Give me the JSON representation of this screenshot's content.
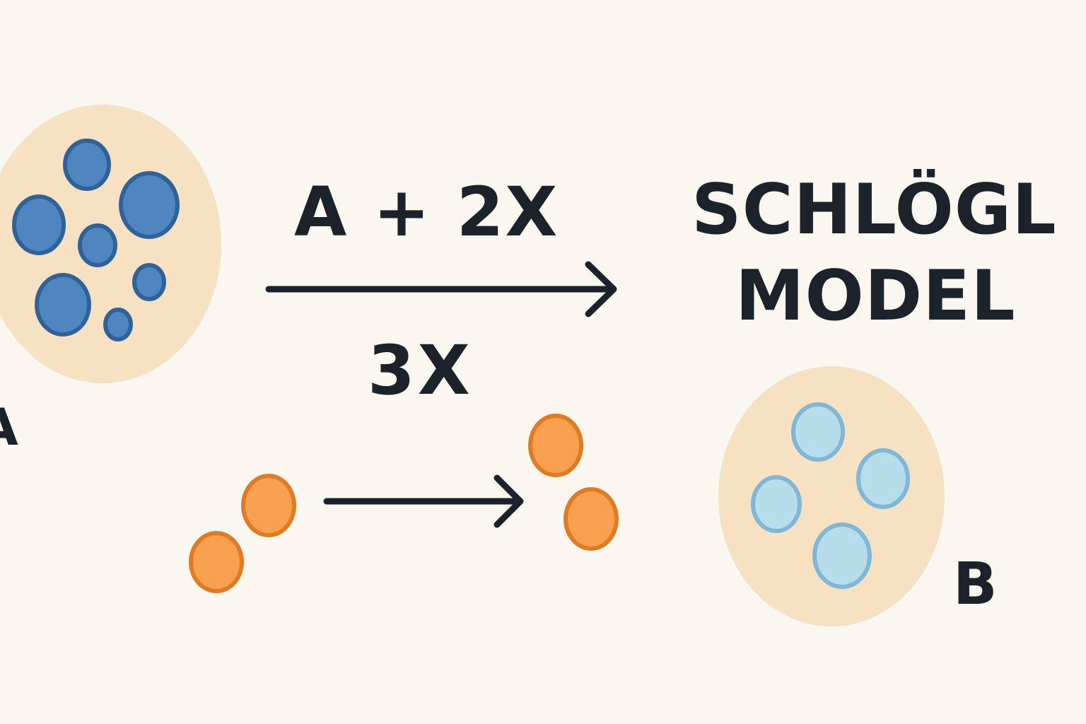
{
  "title": {
    "line1": "SCHLÖGL",
    "line2": "MODEL"
  },
  "reaction": {
    "reactants": "A + 2X",
    "products": "3X"
  },
  "species_labels": {
    "a": "A",
    "b": "B"
  },
  "colors": {
    "background": "#faf6f0",
    "reservoir_fill": "#f6e1c3",
    "particle_a_fill": "#4f86bf",
    "particle_a_stroke": "#2f6299",
    "particle_b_fill": "#b7dcea",
    "particle_b_stroke": "#80b6d6",
    "particle_x_fill": "#f7a04f",
    "particle_x_stroke": "#e07a23",
    "text": "#1c2229"
  }
}
